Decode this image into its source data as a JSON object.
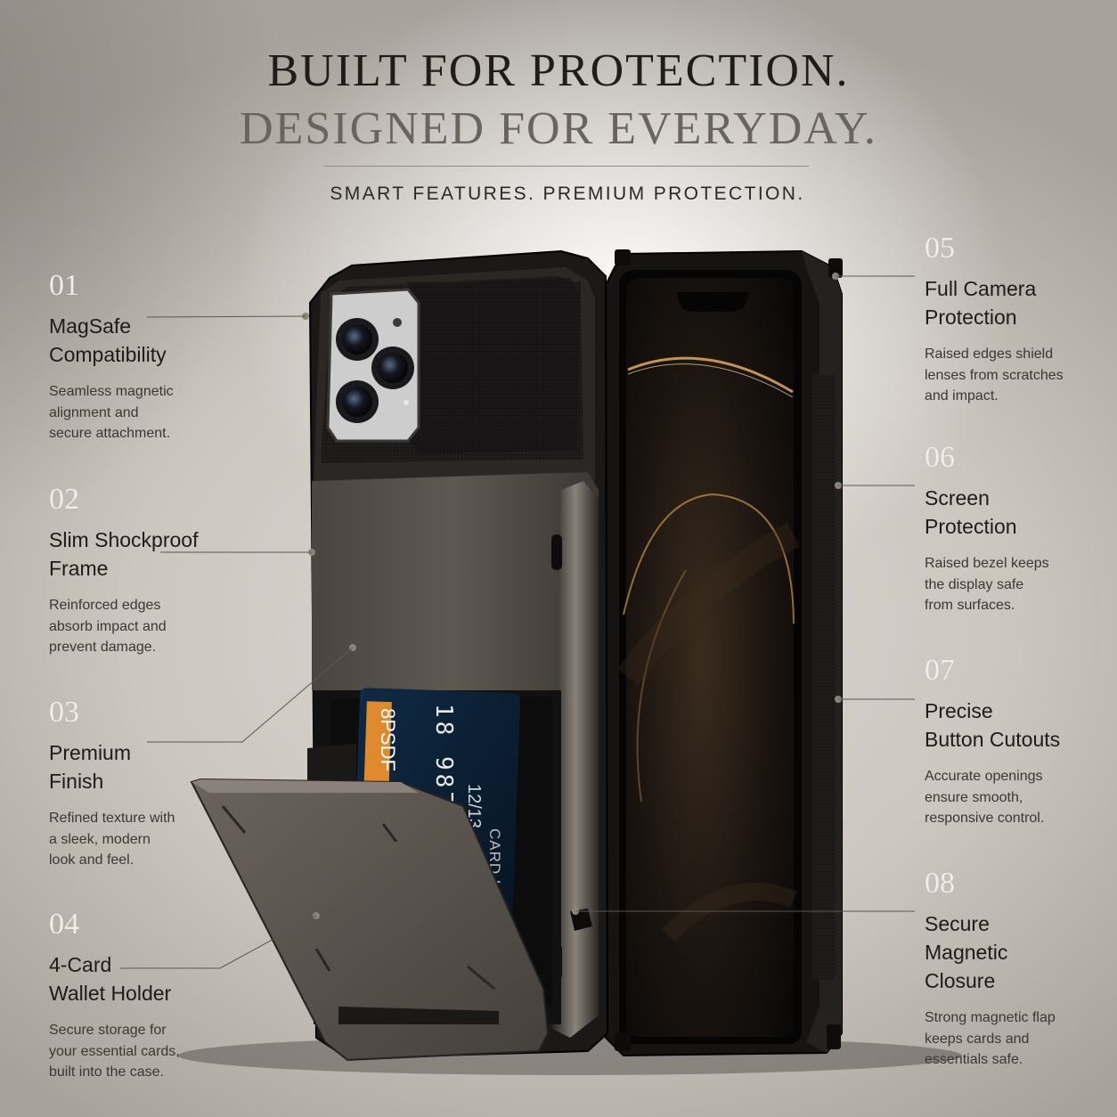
{
  "header": {
    "line1": "BUILT FOR PROTECTION.",
    "line2": "DESIGNED FOR EVERYDAY.",
    "tagline": "SMART FEATURES. PREMIUM PROTECTION."
  },
  "card": {
    "brand": "8PSDF",
    "number": "18 9876 54",
    "expiry": "12/13",
    "holder": "CARD HOLDER"
  },
  "features": [
    {
      "num": "01",
      "title": "MagSafe\nCompatibility",
      "desc": "Seamless magnetic\nalignment and\nsecure attachment."
    },
    {
      "num": "02",
      "title": "Slim Shockproof\nFrame",
      "desc": "Reinforced edges\nabsorb impact and\nprevent damage."
    },
    {
      "num": "03",
      "title": "Premium\nFinish",
      "desc": "Refined texture with\na sleek, modern\nlook and feel."
    },
    {
      "num": "04",
      "title": "4-Card\nWallet Holder",
      "desc": "Secure storage for\nyour essential cards,\nbuilt into the case."
    },
    {
      "num": "05",
      "title": "Full Camera\nProtection",
      "desc": "Raised edges shield\nlenses from scratches\nand impact."
    },
    {
      "num": "06",
      "title": "Screen\nProtection",
      "desc": "Raised bezel keeps\nthe display safe\nfrom surfaces."
    },
    {
      "num": "07",
      "title": "Precise\nButton Cutouts",
      "desc": "Accurate openings\nensure smooth,\nresponsive control."
    },
    {
      "num": "08",
      "title": "Secure\nMagnetic\nClosure",
      "desc": "Strong magnetic flap\nkeeps cards and\nessentials safe."
    }
  ]
}
